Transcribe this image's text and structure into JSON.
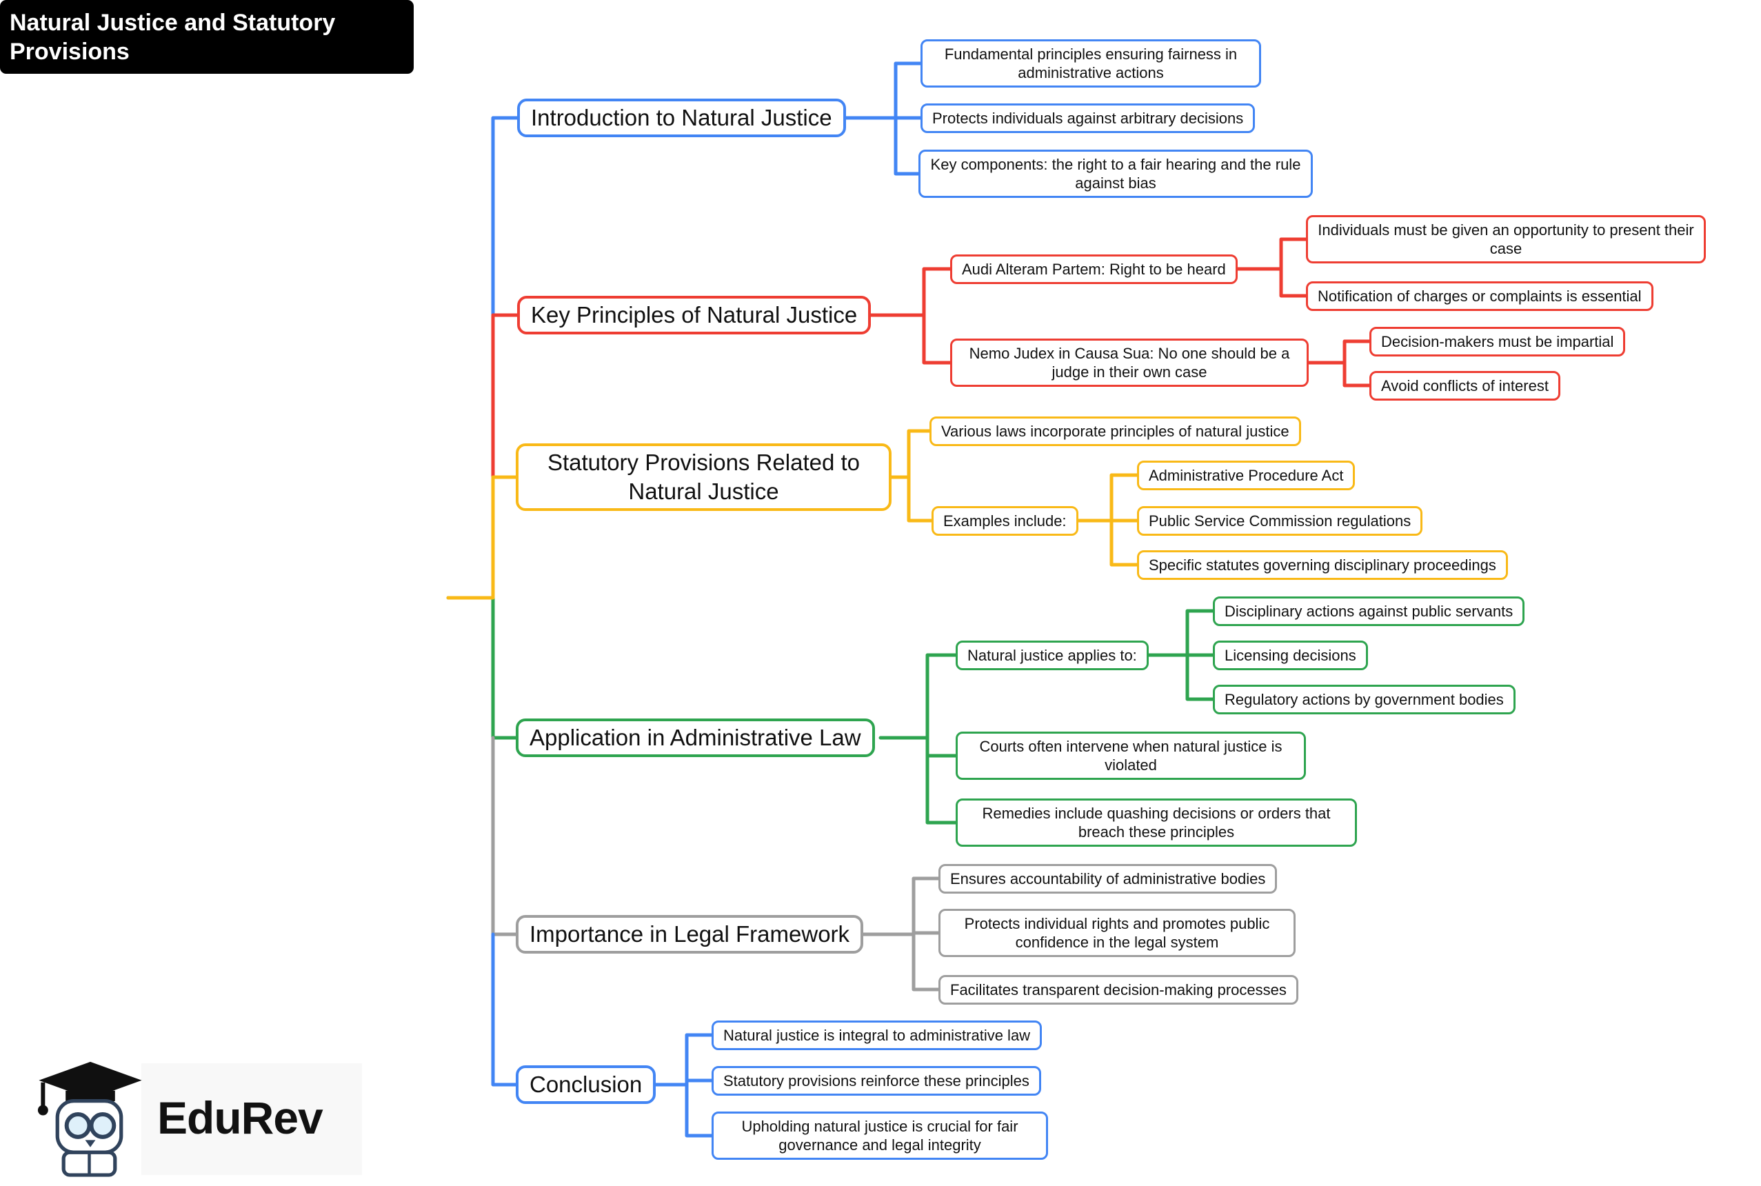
{
  "root": {
    "label": "Natural Justice and Statutory Provisions"
  },
  "branches": {
    "introduction": {
      "label": "Introduction to Natural Justice",
      "children": {
        "fairness": "Fundamental principles ensuring fairness in administrative actions",
        "arbitrary": "Protects individuals against arbitrary decisions",
        "components": "Key components: the right to a fair hearing and the rule against bias"
      }
    },
    "key_principles": {
      "label": "Key Principles of Natural Justice",
      "children": {
        "audi": "Audi Alteram Partem: Right to be heard",
        "audi_present": "Individuals must be given an opportunity to present their case",
        "audi_notification": "Notification of charges or complaints is essential",
        "nemo": "Nemo Judex in Causa Sua: No one should be a judge in their own case",
        "nemo_impartial": "Decision-makers must be impartial",
        "nemo_conflicts": "Avoid conflicts of interest"
      }
    },
    "statutory": {
      "label": "Statutory Provisions Related to Natural Justice",
      "children": {
        "various_laws": "Various laws incorporate principles of natural justice",
        "examples_label": "Examples include:",
        "example_apa": "Administrative Procedure Act",
        "example_psc": "Public Service Commission regulations",
        "example_statutes": "Specific statutes governing disciplinary proceedings"
      }
    },
    "application": {
      "label": "Application in Administrative Law",
      "children": {
        "applies_label": "Natural justice applies to:",
        "disciplinary": "Disciplinary actions against public servants",
        "licensing": "Licensing decisions",
        "regulatory": "Regulatory actions by government bodies",
        "courts": "Courts often intervene when natural justice is violated",
        "remedies": "Remedies include quashing decisions or orders that breach these principles"
      }
    },
    "importance": {
      "label": "Importance in Legal Framework",
      "children": {
        "accountability": "Ensures accountability of administrative bodies",
        "rights": "Protects individual rights and promotes public confidence in the legal system",
        "transparency": "Facilitates transparent decision-making processes"
      }
    },
    "conclusion": {
      "label": "Conclusion",
      "children": {
        "integral": "Natural justice is integral to administrative law",
        "reinforce": "Statutory provisions reinforce these principles",
        "upholding": "Upholding natural justice is crucial for fair governance and legal integrity"
      }
    }
  },
  "colors": {
    "blue": "#4285f4",
    "red": "#ee3d32",
    "yellow": "#f9b917",
    "green": "#2ea44f",
    "gray": "#9e9e9e",
    "root_bg": "#000000",
    "root_text": "#ffffff"
  },
  "logo": {
    "brand": "EduRev"
  }
}
